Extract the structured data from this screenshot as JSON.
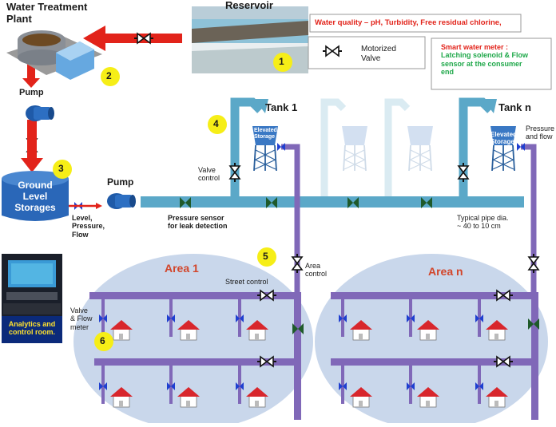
{
  "labels": {
    "water_treatment_plant": [
      "Water Treatment",
      "Plant"
    ],
    "reservoir": "Reservoir",
    "pump_top": "Pump",
    "pump_mid": "Pump",
    "ground_level_storages": [
      "Ground",
      "Level",
      "Storages"
    ],
    "level_pressure_flow": [
      "Level,",
      "Pressure,",
      "Flow"
    ],
    "pressure_sensor": [
      "Pressure sensor",
      "for leak detection"
    ],
    "valve_control": [
      "Valve",
      "control"
    ],
    "tank1": "Tank 1",
    "tankn": "Tank n",
    "elevated_storage": [
      "Elevated",
      "Storage"
    ],
    "pressure_and_flow": [
      "Pressure",
      "and flow"
    ],
    "typical_pipe": [
      "Typical pipe dia.",
      "~ 40 to 10 cm"
    ],
    "area_control": [
      "Area",
      "control"
    ],
    "street_control": "Street control",
    "valve_flow_meter": [
      "Valve",
      "& Flow",
      "meter"
    ],
    "area1": "Area 1",
    "arean": "Area n",
    "analytics": [
      "Analytics and",
      "control room."
    ],
    "motorized_valve": [
      "Motorized",
      "Valve"
    ]
  },
  "info_boxes": {
    "water_quality": "Water quality – pH, Turbidity, Free residual chlorine,",
    "smart_meter": [
      "Smart water meter :",
      "Latching solenoid & Flow",
      "sensor at the consumer",
      "end"
    ]
  },
  "badges": [
    "1",
    "2",
    "3",
    "4",
    "5",
    "6"
  ],
  "colors": {
    "main_pipe": "#5ba8c8",
    "supply_pipe": "#8068b8",
    "red_arrow": "#e2231a",
    "valve_green": "#1f5a2a",
    "flow_meter_blue": "#1f3fd0",
    "area_fill": "#c9d7eb",
    "badge": "#f6ee17",
    "area_title": "#d2452a",
    "smart_meter_text": "#1fa84a"
  },
  "icons": [
    "reservoir-dam-photo",
    "treatment-plant-icon",
    "pump-icon",
    "motorized-valve-icon",
    "ground-storage-tank",
    "elevated-tank-icon",
    "house-icon",
    "control-room-photo"
  ]
}
